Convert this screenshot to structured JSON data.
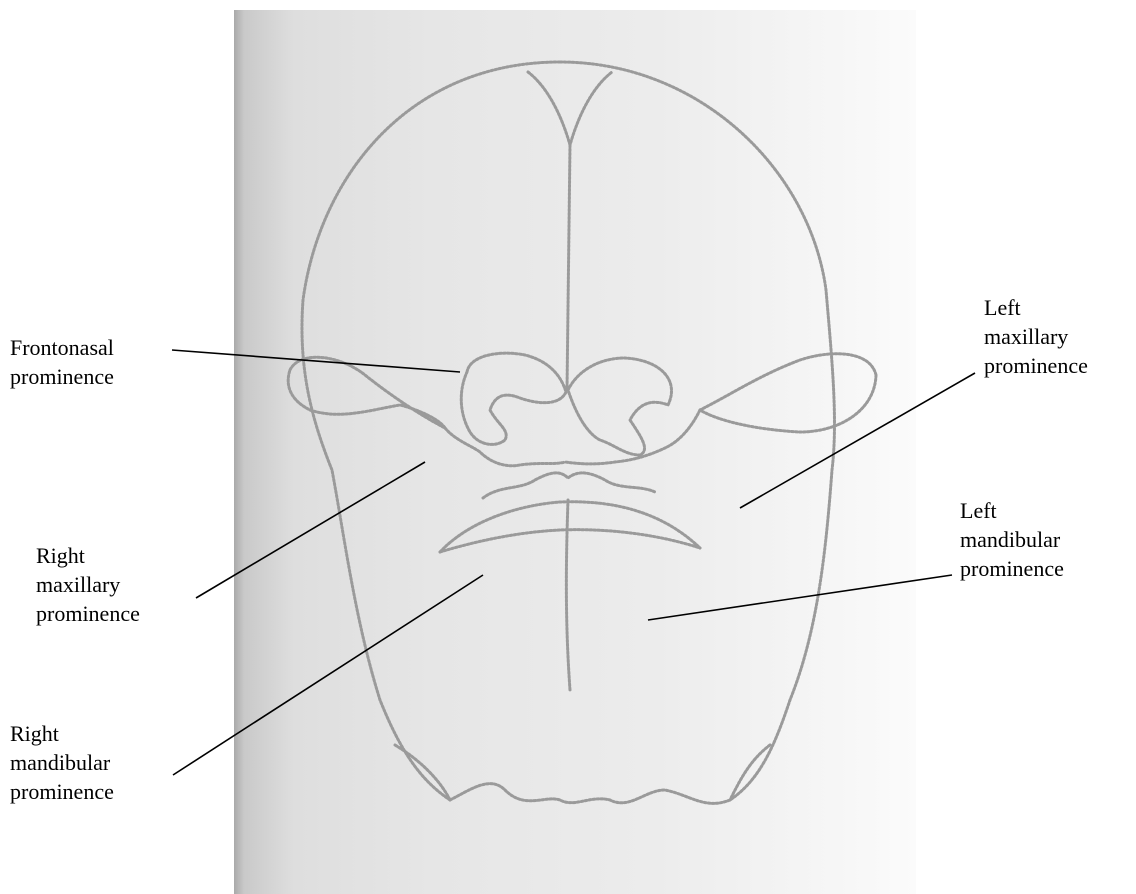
{
  "labels": {
    "frontonasal": [
      "Frontonasal",
      "prominence"
    ],
    "right_maxillary": [
      "Right",
      "maxillary",
      "prominence"
    ],
    "right_mandibular": [
      "Right",
      "mandibular",
      "prominence"
    ],
    "left_maxillary": [
      "Left",
      "maxillary",
      "prominence"
    ],
    "left_mandibular": [
      "Left",
      "mandibular",
      "prominence"
    ]
  }
}
